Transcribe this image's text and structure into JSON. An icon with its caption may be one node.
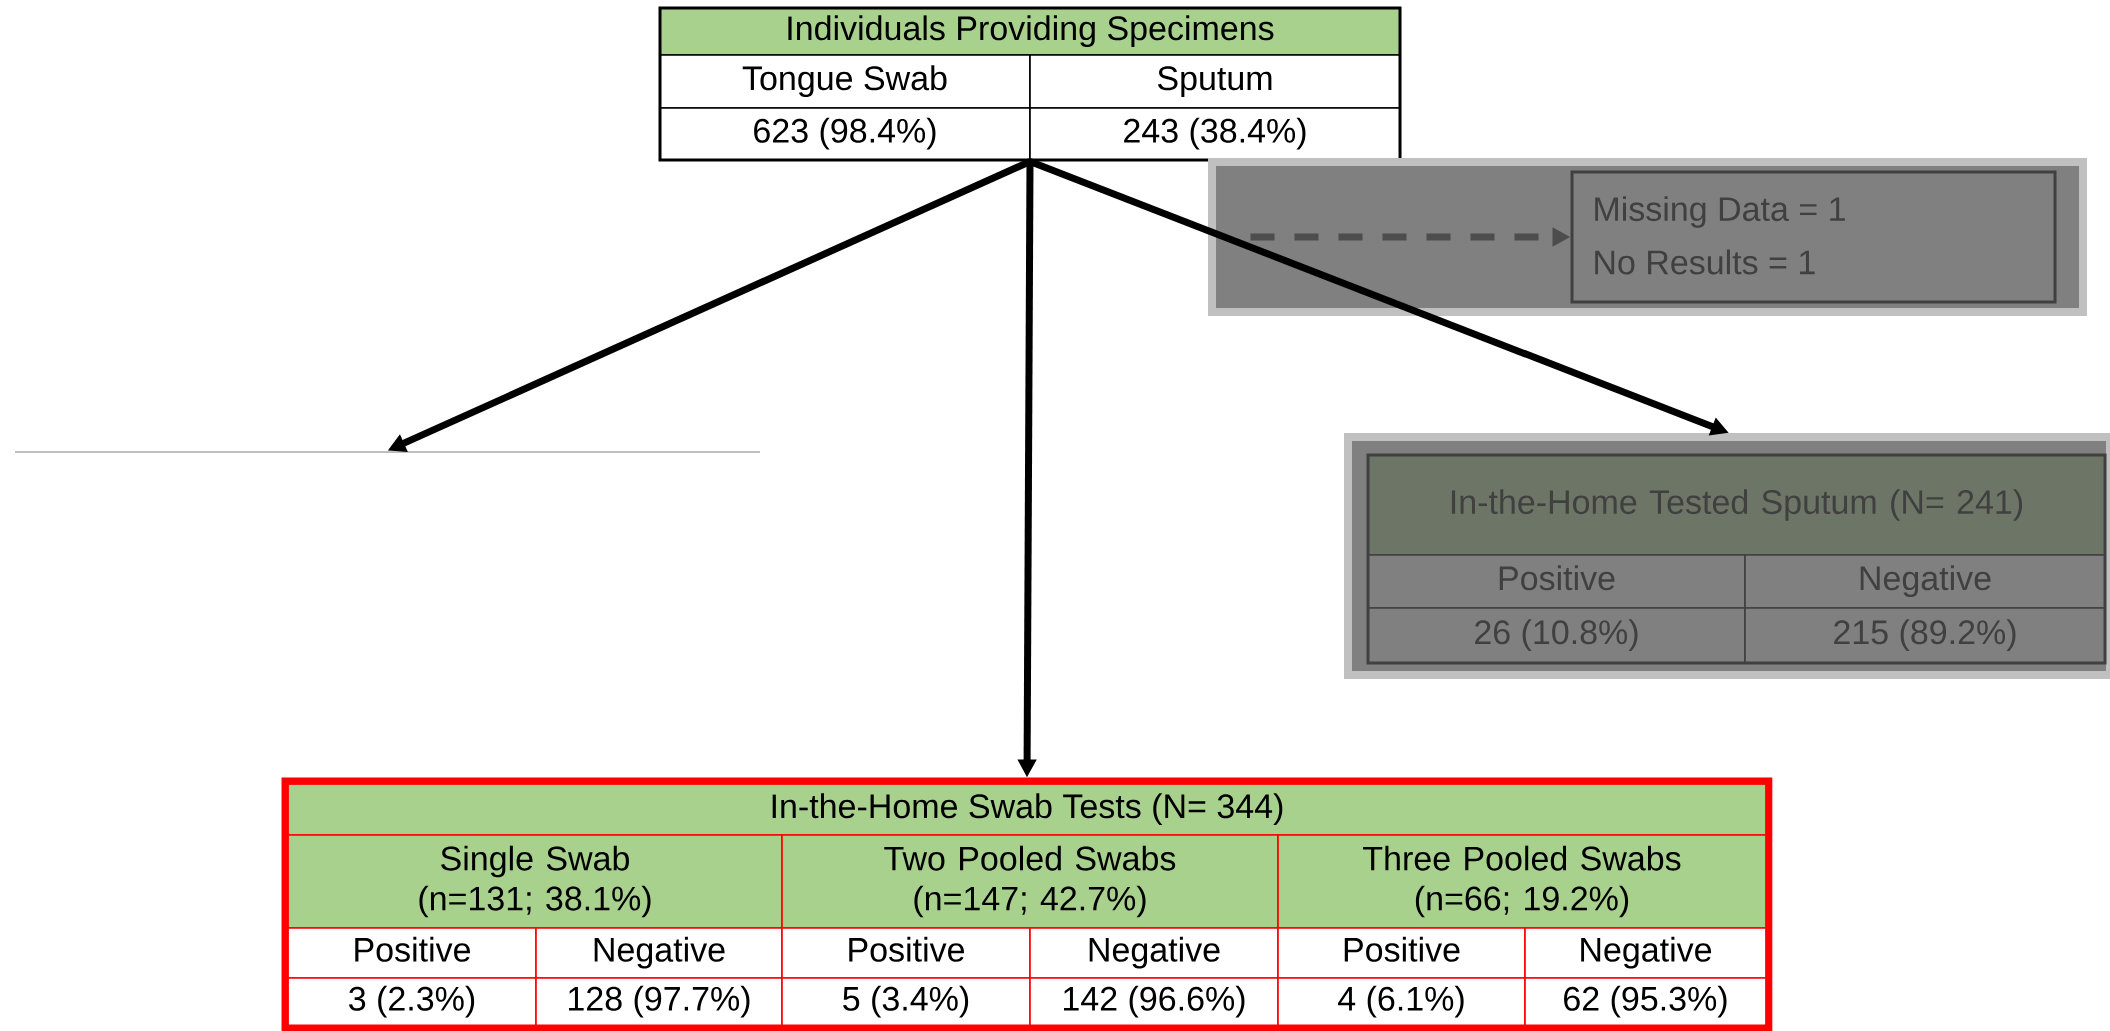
{
  "diagram": {
    "nodes": [
      {
        "text": [
          "Individuals Providing Specimens",
          "Tongue Swab",
          "Sputum",
          "623 (98.4%)",
          "243 (38.4%)"
        ]
      },
      {
        "text": [],
        "shape": "line"
      },
      {
        "text": [],
        "shape": "box"
      },
      {
        "text": [
          "Missing Data = 1",
          "No Results = 1"
        ],
        "in": 2
      },
      {
        "text": [],
        "shape": "box"
      },
      {
        "text": [
          "In-the-Home Tested Sputum (N= 241)",
          "Positive",
          "Negative",
          "26 (10.8%)",
          "215 (89.2%)"
        ],
        "in": 4
      },
      {
        "text": [
          "In-the-Home Swab Tests (N= 344)",
          "Single Swab (n=131; 38.1%)",
          "Two Pooled Swabs (n=147; 42.7%)",
          "Three Pooled Swabs (n=66; 19.2%)",
          "Positive",
          "Negative",
          "Positive",
          "Negative",
          "Positive",
          "Negative",
          "3 (2.3%)",
          "128 (97.7%)",
          "5 (3.4%)",
          "142 (96.6%)",
          "4 (6.1%)",
          "62 (95.3%)"
        ]
      }
    ],
    "edges": [
      {
        "from": 0,
        "to": 1,
        "arrow": "to"
      },
      {
        "from": 0,
        "to": 6,
        "arrow": "to"
      },
      {
        "from": 0,
        "to": 4,
        "arrow": "to"
      },
      {
        "from": null,
        "to": 3,
        "arrow": "to",
        "style": "dashed",
        "color": "#4d4d4d"
      }
    ]
  }
}
